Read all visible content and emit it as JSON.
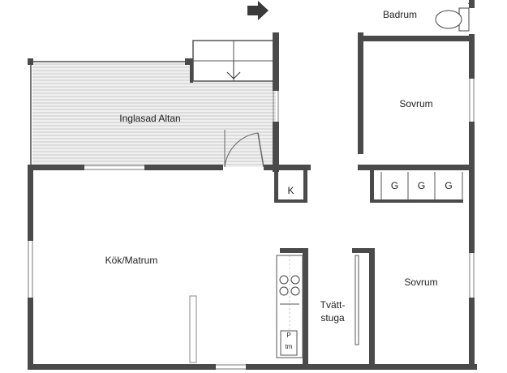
{
  "rooms": {
    "badrum": "Badrum",
    "sovrum_upper": "Sovrum",
    "altan": "Inglasad Altan",
    "kok": "Kök/Matrum",
    "tvattstuga_line1": "Tvätt-",
    "tvattstuga_line2": "stuga",
    "sovrum_lower": "Sovrum"
  },
  "closets": {
    "k": "K",
    "g1": "G",
    "g2": "G",
    "g3": "G"
  },
  "appliance_labels": {
    "p": "P",
    "tm": "tm"
  },
  "colors": {
    "wall": "#4a4a4a",
    "altan_fill": "#dcdcdc",
    "altan_stripe": "#f2f2f2",
    "line": "#555555"
  },
  "icons": {
    "entrance": "entrance-arrow-icon",
    "stair": "stair-arrow-icon",
    "toilet": "toilet-icon",
    "stove": "stove-icon"
  }
}
